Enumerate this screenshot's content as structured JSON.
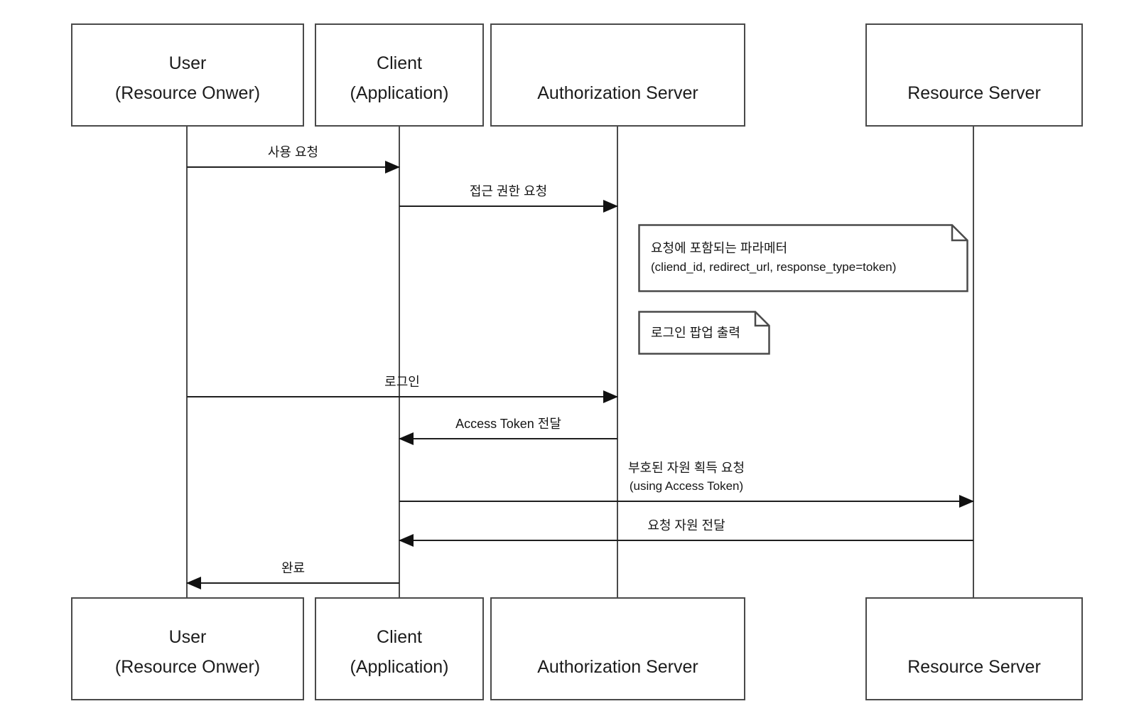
{
  "diagram": {
    "type": "uml-sequence",
    "actors": [
      {
        "id": "user",
        "lines": [
          "User",
          "(Resource Onwer)"
        ]
      },
      {
        "id": "client",
        "lines": [
          "Client",
          "(Application)"
        ]
      },
      {
        "id": "auth",
        "lines": [
          "Authorization Server"
        ]
      },
      {
        "id": "resource",
        "lines": [
          "Resource Server"
        ]
      }
    ],
    "messages": [
      {
        "from": "user",
        "to": "client",
        "label": "사용 요청"
      },
      {
        "from": "client",
        "to": "auth",
        "label": "접근 권한 요청"
      },
      {
        "from": "user",
        "to": "auth",
        "label": "로그인"
      },
      {
        "from": "auth",
        "to": "client",
        "label": "Access Token 전달"
      },
      {
        "from": "client",
        "to": "resource",
        "label": "부호된 자원 획득 요청",
        "sublabel": "(using Access Token)"
      },
      {
        "from": "resource",
        "to": "client",
        "label": "요청 자원 전달"
      },
      {
        "from": "client",
        "to": "user",
        "label": "완료"
      }
    ],
    "notes": [
      {
        "lines": [
          "요청에 포함되는 파라메터",
          "(cliend_id, redirect_url, response_type=token)"
        ]
      },
      {
        "lines": [
          "로그인 팝업 출력"
        ]
      }
    ],
    "colors": {
      "box_border": "#4a4a4a",
      "arrow": "#1f1f1f",
      "text": "#161616",
      "background": "#ffffff"
    }
  }
}
